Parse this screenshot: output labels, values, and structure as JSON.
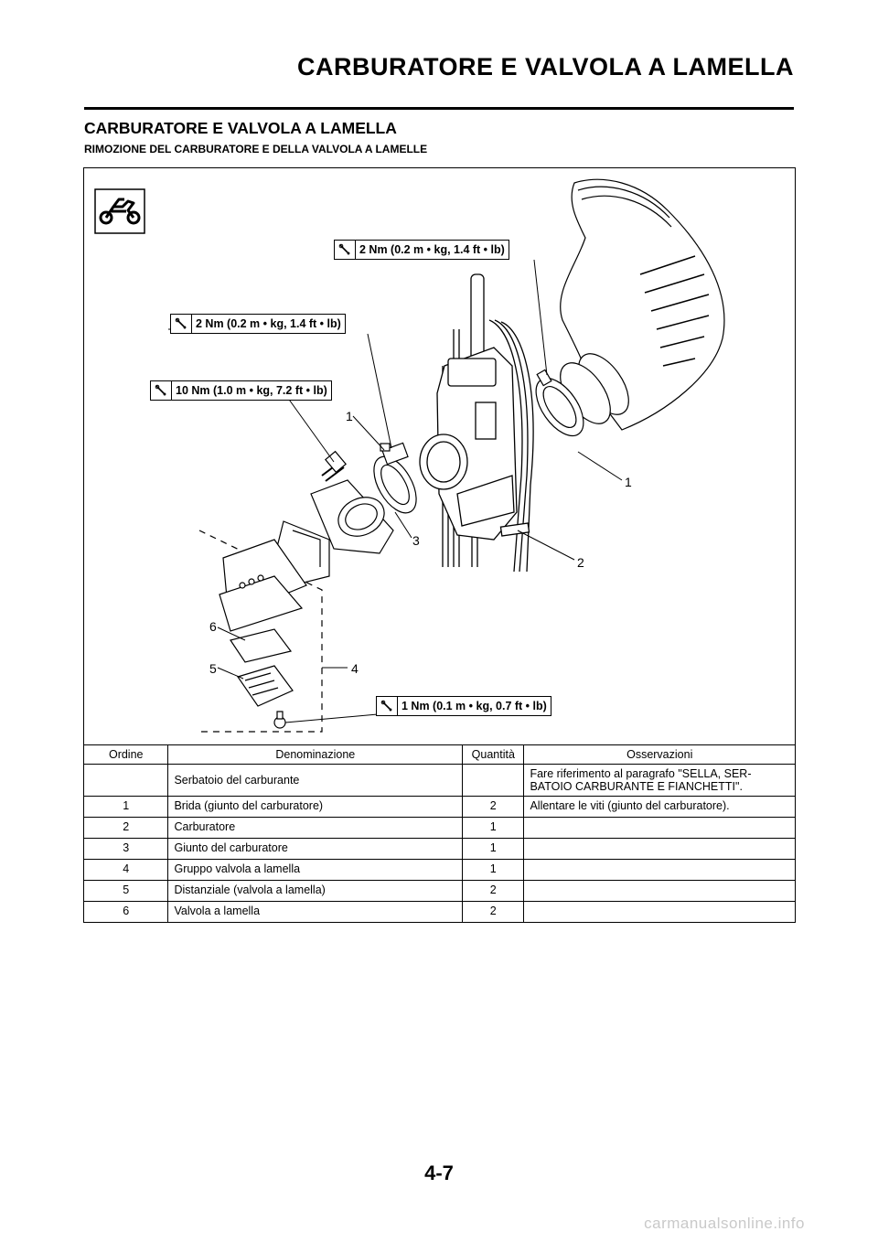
{
  "header": {
    "title": "CARBURATORE E VALVOLA A LAMELLA"
  },
  "section": {
    "title": "CARBURATORE E VALVOLA A LAMELLA",
    "subtitle": "RIMOZIONE DEL CARBURATORE E DELLA VALVOLA A LAMELLE"
  },
  "figure": {
    "torque_specs": [
      "2 Nm (0.2 m • kg, 1.4 ft • lb)",
      "2 Nm (0.2 m • kg, 1.4 ft • lb)",
      "10 Nm (1.0 m • kg, 7.2 ft • lb)",
      "1 Nm (0.1 m • kg, 0.7 ft • lb)"
    ],
    "callouts": [
      "1",
      "1",
      "2",
      "3",
      "4",
      "5",
      "6"
    ],
    "icons": [
      "motorcycle-icon",
      "torque-wrench-icon"
    ]
  },
  "table": {
    "headers": [
      "Ordine",
      "Denominazione",
      "Quantità",
      "Osservazioni"
    ],
    "rows": [
      {
        "ordine": "",
        "denominazione": "Serbatoio del carburante",
        "quantita": "",
        "osservazioni": "Fare riferimento al paragrafo \"SELLA, SER-\nBATOIO CARBURANTE E FIANCHETTI\"."
      },
      {
        "ordine": "1",
        "denominazione": "Brida (giunto del carburatore)",
        "quantita": "2",
        "osservazioni": "Allentare le viti (giunto del carburatore)."
      },
      {
        "ordine": "2",
        "denominazione": "Carburatore",
        "quantita": "1",
        "osservazioni": ""
      },
      {
        "ordine": "3",
        "denominazione": "Giunto del carburatore",
        "quantita": "1",
        "osservazioni": ""
      },
      {
        "ordine": "4",
        "denominazione": "Gruppo valvola a lamella",
        "quantita": "1",
        "osservazioni": ""
      },
      {
        "ordine": "5",
        "denominazione": "Distanziale (valvola a lamella)",
        "quantita": "2",
        "osservazioni": ""
      },
      {
        "ordine": "6",
        "denominazione": "Valvola a lamella",
        "quantita": "2",
        "osservazioni": ""
      }
    ]
  },
  "footer": {
    "page_number": "4-7",
    "watermark": "carmanualsonline.info"
  }
}
